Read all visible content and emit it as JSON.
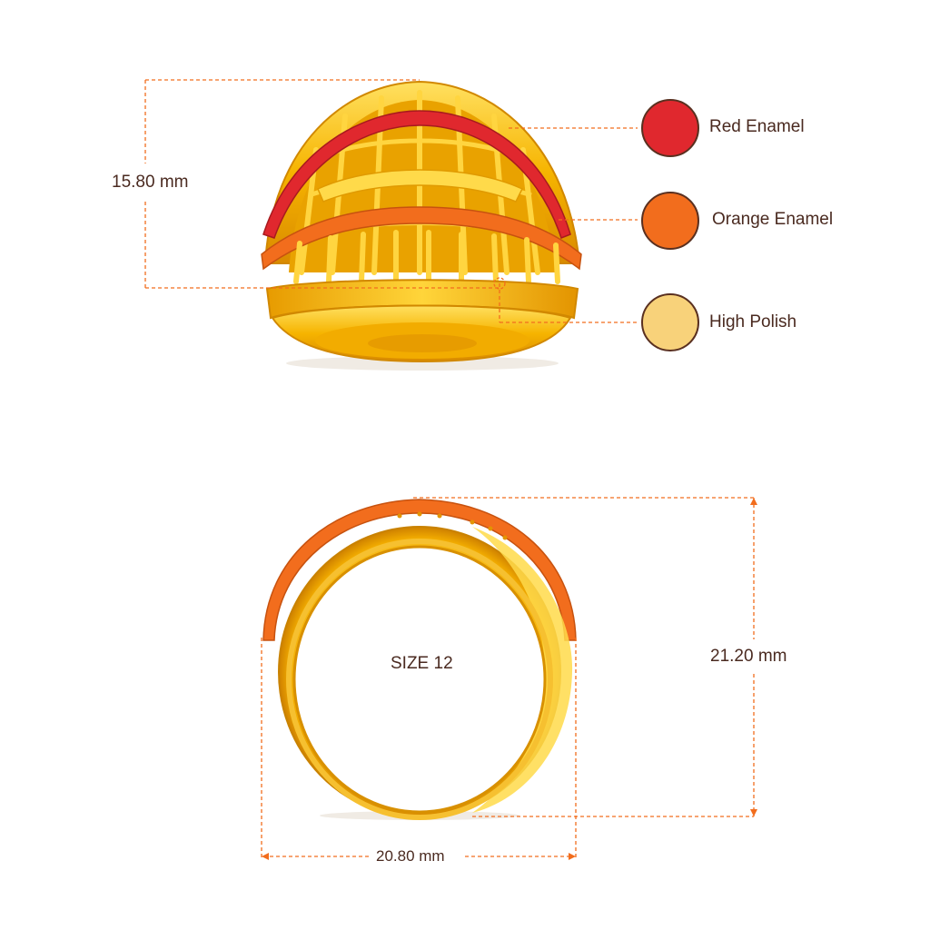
{
  "dimensions": {
    "height_top": "15.80 mm",
    "height_side": "21.20 mm",
    "width_side": "20.80 mm",
    "size_label": "SIZE 12"
  },
  "legend": {
    "items": [
      {
        "label": "Red Enamel",
        "color": "#e0282e"
      },
      {
        "label": "Orange Enamel",
        "color": "#f26d1d"
      },
      {
        "label": "High Polish",
        "color": "#f8d27a"
      }
    ]
  },
  "colors": {
    "dimension_line": "#f26d1d",
    "gold_light": "#ffd23a",
    "gold_mid": "#f6b400",
    "gold_dark": "#d98a00",
    "label_text": "#4a2a20"
  }
}
